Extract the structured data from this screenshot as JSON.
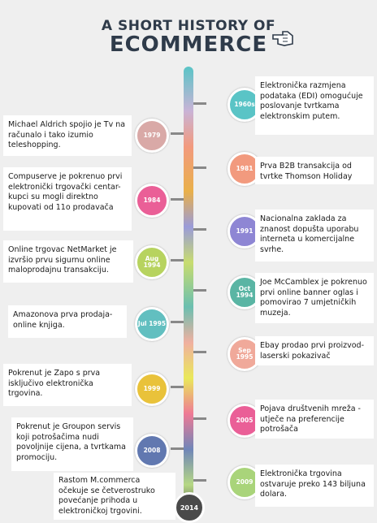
{
  "title": {
    "line1": "A SHORT HISTORY OF",
    "line2": "ECOMMERCE"
  },
  "events": [
    {
      "label": "1960s",
      "color": "#5ac4c6",
      "text": "Elektronička razmjena podataka (EDI) omogućuje poslovanje tvrtkama elektronskim putem."
    },
    {
      "label": "1979",
      "color": "#d9a9a7",
      "text": "Michael Aldrich spojio je Tv na računalo i tako izumio teleshopping."
    },
    {
      "label": "1981",
      "color": "#f29a7e",
      "text": "Prva B2B transakcija od tvrtke Thomson Holiday"
    },
    {
      "label": "1984",
      "color": "#ea5f97",
      "text": "Compuserve je pokrenuo prvi elektronički trgovački centar- kupci su mogli direktno kupovati od 11o prodavača"
    },
    {
      "label": "1991",
      "color": "#8e86d4",
      "text": "Nacionalna zaklada za znanost dopušta uporabu interneta u komercijalne svrhe."
    },
    {
      "label": "Aug 1994",
      "color": "#b7d35f",
      "text": "Online trgovac NetMarket je izvršio prvu sigurnu online maloprodajnu transakciju."
    },
    {
      "label": "Oct 1994",
      "color": "#5ab5a4",
      "text": "Joe McCamblex je pokrenuo prvi online banner oglas i pomovirao 7 umjetničkih muzeja."
    },
    {
      "label": "Jul 1995",
      "color": "#62bfc0",
      "text": "Amazonova prva prodaja- online knjiga."
    },
    {
      "label": "Sep 1995",
      "color": "#f0a99a",
      "text": "Ebay prodao prvi proizvod- laserski pokazivač"
    },
    {
      "label": "1999",
      "color": "#e9c23a",
      "text": "Pokrenut je Zapo s prva isključivo elektronička trgovina."
    },
    {
      "label": "2005",
      "color": "#ea5f97",
      "text": "Pojava društvenih mreža - utječe na preferencije potrošača"
    },
    {
      "label": "2008",
      "color": "#6178b0",
      "text": "Pokrenut je Groupon servis koji potrošačima nudi povoljnije cijena, a tvrtkama promociju."
    },
    {
      "label": "2009",
      "color": "#a9d47a",
      "text": "Elektronička trgovina ostvaruje preko 143 biljuna dolara."
    },
    {
      "label": "2014",
      "color": "#4a4a4a",
      "text": "Rastom M.commerca očekuje se četverostruko povećanje prihoda u elektroničkoj trgovini."
    }
  ]
}
